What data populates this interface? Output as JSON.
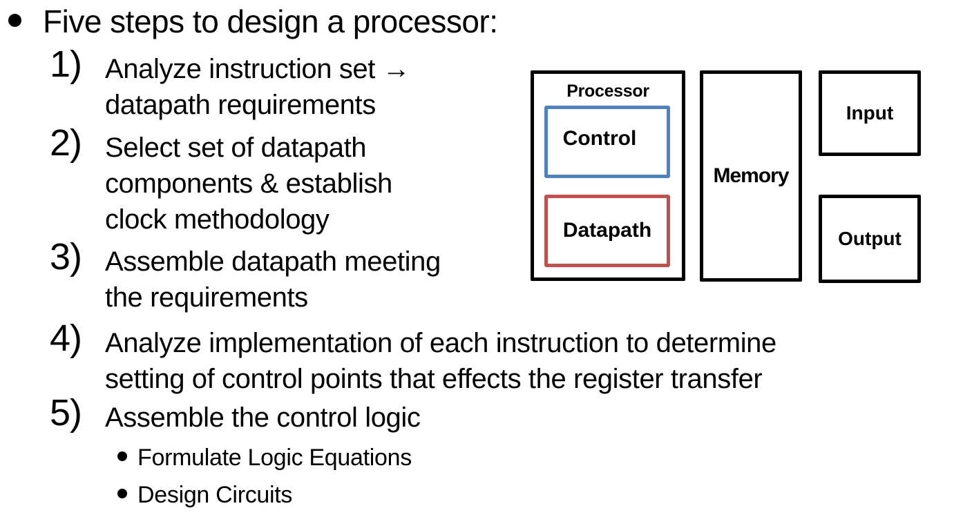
{
  "slide": {
    "title": {
      "text": "Five steps to design a processor:"
    },
    "steps": [
      {
        "num": "1)",
        "lines": [
          "Analyze instruction set →",
          "datapath requirements"
        ]
      },
      {
        "num": "2)",
        "lines": [
          "Select set of datapath",
          "components & establish",
          "clock methodology"
        ]
      },
      {
        "num": "3)",
        "lines": [
          "Assemble datapath meeting",
          "the requirements"
        ]
      },
      {
        "num": "4)",
        "lines": [
          "Analyze implementation of each instruction to determine",
          "setting of control points that effects the register transfer"
        ]
      },
      {
        "num": "5)",
        "lines": [
          "Assemble the control logic"
        ]
      }
    ],
    "sub_bullets": [
      "Formulate Logic Equations",
      "Design Circuits"
    ],
    "diagram": {
      "processor_label": "Processor",
      "control_label": "Control",
      "datapath_label": "Datapath",
      "memory_label": "Memory",
      "input_label": "Input",
      "output_label": "Output",
      "control_border_color": "#4F81BD",
      "datapath_border_color": "#C0504D",
      "box_border_color": "#000000"
    }
  }
}
